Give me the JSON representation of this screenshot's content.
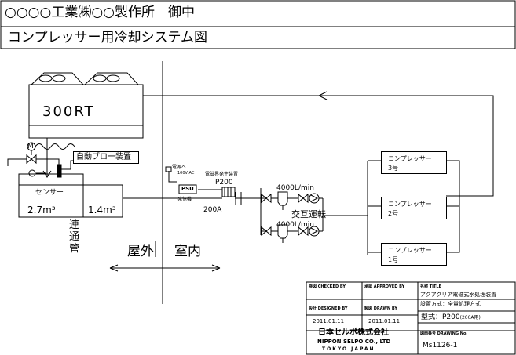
{
  "header": {
    "customer": "○○○○工業㈱○○製作所　御中",
    "drawing_title": "コンプレッサー用冷却システム図"
  },
  "cooling_tower": {
    "capacity": "300RT"
  },
  "equipment": {
    "motor_symbol": "M",
    "auto_blow_device": "自動ブロー装置",
    "sensor": "センサー",
    "tank_left_volume": "2.7m³",
    "tank_right_volume": "1.4m³",
    "connecting_pipe": [
      "連",
      "通",
      "管"
    ],
    "power_source": "電源へ",
    "power_voltage": "100V AC",
    "psu": "PSU",
    "oscillator": "発信機",
    "field_generator": "電磁界発生装置",
    "model": "P200",
    "pipe_size": "200A",
    "pump_flow_upper": "4000L/min",
    "pump_flow_lower": "4000L/min",
    "alternate_operation": "交互運転"
  },
  "compressors": [
    "コンプレッサー\n3号",
    "コンプレッサー\n2号",
    "コンプレッサー\n1号"
  ],
  "zones": {
    "outdoor": "屋外",
    "indoor": "室内"
  },
  "title_block": {
    "checked_by": "検図 CHECKED BY",
    "approved_by": "承認 APPROVED BY",
    "title_label": "名称 TITLE",
    "title_line1": "アクアクリア電磁式水処理装置",
    "title_line2": "設置方式：全量処理方式",
    "designed_by": "設計 DESIGNED BY",
    "drawn_by": "製図 DRAWN BY",
    "model_spec": "型式：P200",
    "model_spec_note": "(200A用)",
    "designed_date": "2011.01.11",
    "drawn_date": "2011.01.11",
    "company_jp": "日本セルポ株式会社",
    "company_en": "NIPPON SELPO CO., LTD",
    "location": "TOKYO  JAPAN",
    "drawing_no_label": "図面番号 DRAWING No.",
    "drawing_no": "Ms1126-1"
  }
}
